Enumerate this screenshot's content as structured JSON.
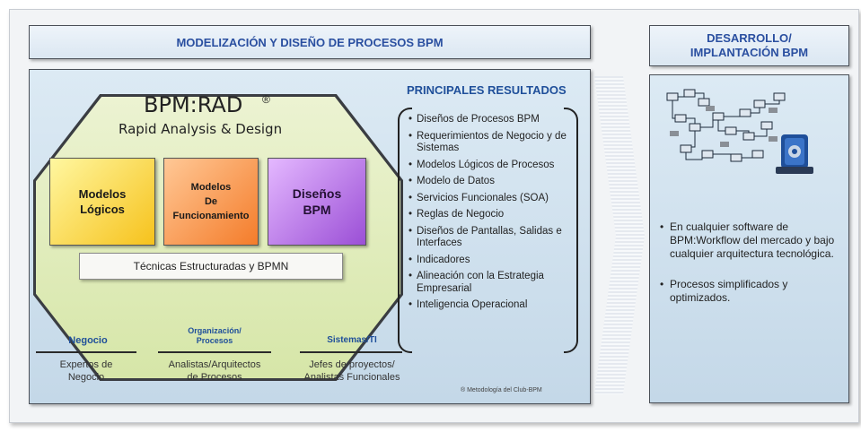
{
  "header": {
    "left_title": "MODELIZACIÓN Y DISEÑO DE PROCESOS BPM",
    "right_title_line1": "DESARROLLO/",
    "right_title_line2": "IMPLANTACIÓN BPM"
  },
  "bpm": {
    "title": "BPM:RAD",
    "registered": "®",
    "subtitle": "Rapid Analysis & Design",
    "cards": [
      {
        "line1": "Modelos",
        "line2": "Lógicos",
        "line3": ""
      },
      {
        "line1": "Modelos",
        "line2": "De",
        "line3": "Funcionamiento"
      },
      {
        "line1": "Diseños",
        "line2": "BPM",
        "line3": ""
      }
    ],
    "techniques": "Técnicas Estructuradas y BPMN"
  },
  "roles": [
    {
      "head_line1": "Negocio",
      "head_line2": "",
      "text_line1": "Expertos de",
      "text_line2": "Negocio"
    },
    {
      "head_line1": "Organización/",
      "head_line2": "Procesos",
      "text_line1": "Analistas/Arquitectos",
      "text_line2": "de Procesos"
    },
    {
      "head_line1": "Sistemas/TI",
      "head_line2": "",
      "text_line1": "Jefes de proyectos/",
      "text_line2": "Analistas Funcionales"
    }
  ],
  "results": {
    "title": "PRINCIPALES RESULTADOS",
    "items": [
      "Diseños de Procesos BPM",
      "Requerimientos de Negocio y de Sistemas",
      "Modelos Lógicos de Procesos",
      "Modelo de Datos",
      "Servicios Funcionales (SOA)",
      "Reglas de Negocio",
      "Diseños de Pantallas, Salidas e Interfaces",
      "Indicadores",
      "Alineación con la Estrategia Empresarial",
      "Inteligencia Operacional"
    ],
    "footnote": "® Metodología del Club-BPM"
  },
  "implementation": {
    "diagram_icon": "workflow-diagram-icon",
    "gear_icon": "motor-gear-icon",
    "items": [
      "En cualquier software de BPM:Workflow del mercado  y bajo cualquier arquitectura tecnológica.",
      "Procesos simplificados y optimizados."
    ]
  },
  "colors": {
    "title_blue": "#2a4fa0",
    "card_yellow": "#f6c21c",
    "card_orange": "#f47c2a",
    "card_purple": "#9b4fd6",
    "octagon_green": "#d6e6a8"
  }
}
